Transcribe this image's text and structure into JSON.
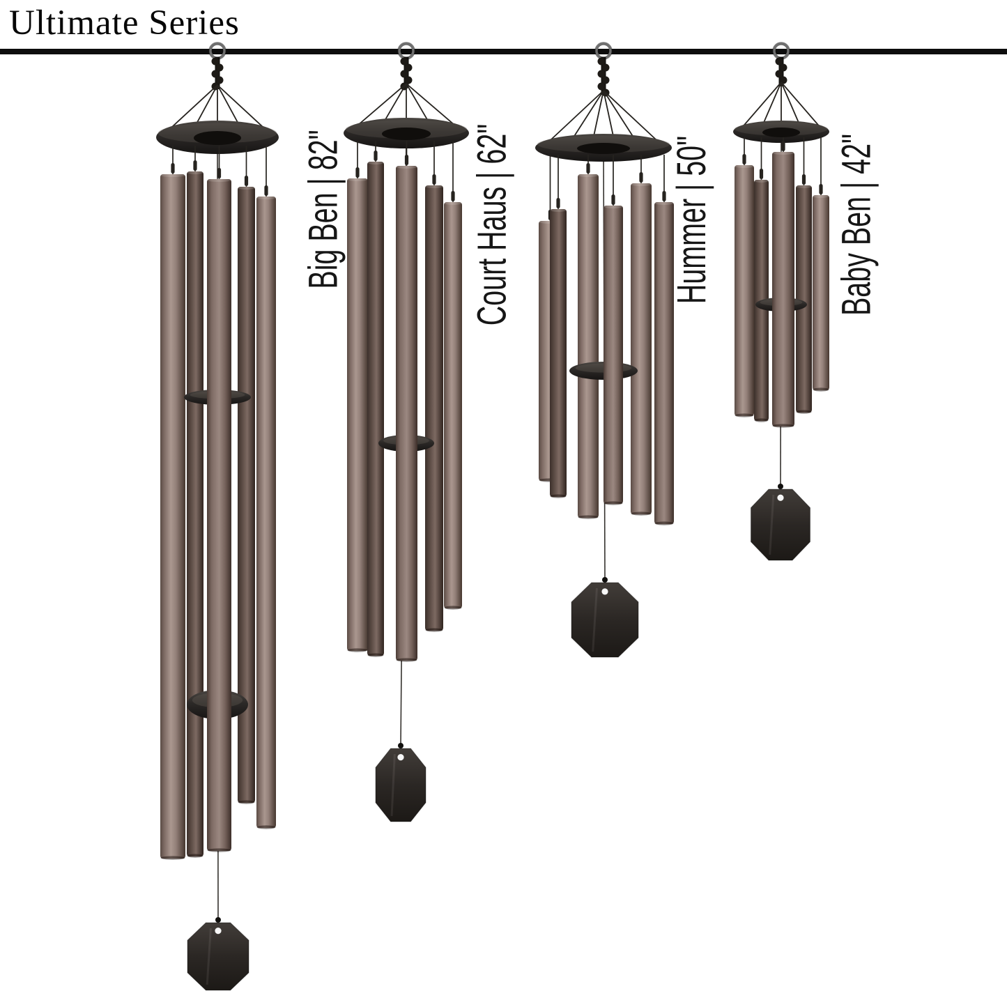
{
  "header": {
    "title": "Ultimate Series"
  },
  "products": [
    {
      "name": "Big Ben",
      "size": "82\"",
      "label": "Big Ben | 82\""
    },
    {
      "name": "Court Haus",
      "size": "62\"",
      "label": "Court Haus | 62\""
    },
    {
      "name": "Hummer",
      "size": "50\"",
      "label": "Hummer | 50\""
    },
    {
      "name": "Baby Ben",
      "size": "42\"",
      "label": "Baby Ben | 42\""
    }
  ],
  "colors": {
    "background": "#ffffff",
    "title_ink": "#070707",
    "divider": "#0d0d0d",
    "label_ink": "#161616",
    "tube_highlight": "#aa978f",
    "tube_mid": "#7e6b64",
    "tube_shadow": "#46372f",
    "hardware_dark": "#26231f",
    "hardware_black": "#11100e",
    "string": "#26231f",
    "ring_metal": "#6e6e6e",
    "sail_dark": "#26221f"
  }
}
